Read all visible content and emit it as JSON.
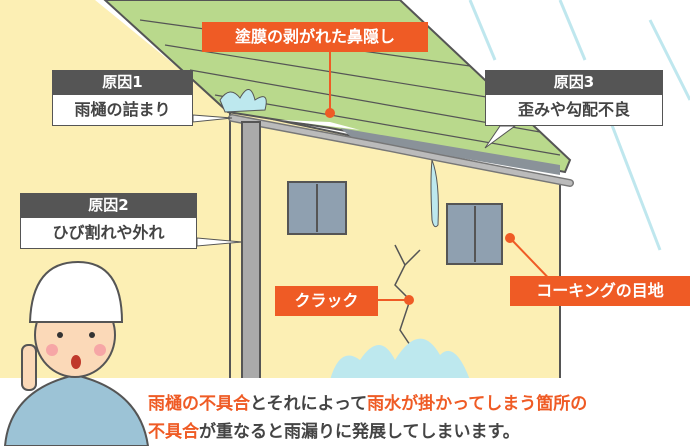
{
  "labels": {
    "fascia": "塗膜の剥がれた鼻隠し",
    "crack": "クラック",
    "caulking": "コーキングの目地"
  },
  "causes": [
    {
      "title": "原因1",
      "text": "雨樋の詰まり"
    },
    {
      "title": "原因2",
      "text": "ひび割れや外れ"
    },
    {
      "title": "原因3",
      "text": "歪みや勾配不良"
    }
  ],
  "caption": {
    "p1": "雨樋の不具合",
    "p2": "とそれによって",
    "p3": "雨水が掛かってしまう箇所の",
    "p4": "不具合",
    "p5": "が重なると雨漏りに発展してしまいます。"
  },
  "colors": {
    "accent": "#ef5b25",
    "label_dark": "#555555",
    "roof": "#b9d98c",
    "wall": "#fcefb4",
    "water": "#bde8ee"
  }
}
